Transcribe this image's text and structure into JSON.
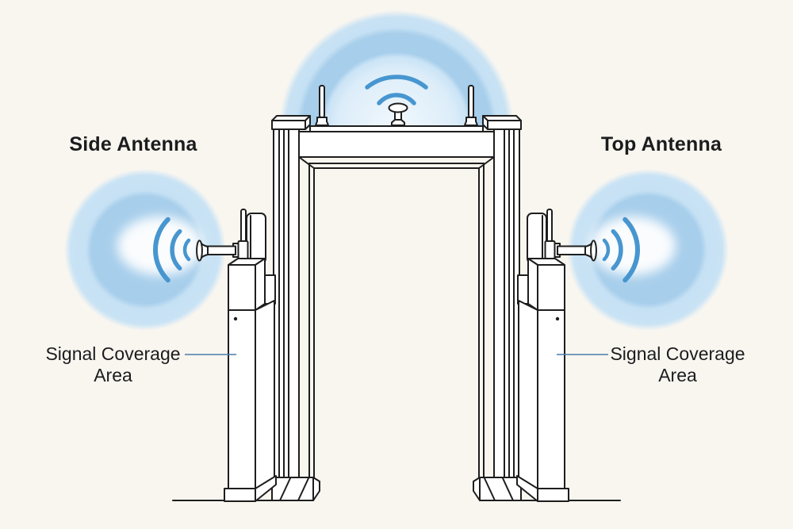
{
  "diagram": {
    "kind": "walk-through-security-gate-antenna-coverage",
    "annotations": {
      "side_antenna_title": "Side Antenna",
      "top_antenna_title": "Top Antenna",
      "left_coverage_line1": "Signal Coverage",
      "left_coverage_line2": "Area",
      "right_coverage_line1": "Signal Coverage",
      "right_coverage_line2": "Area"
    },
    "colors": {
      "background": "#F9F6F0",
      "line_art": "#1E1E1E",
      "wifi_arc_blue": "#4796D0",
      "coverage_ring_inner": "#A7CEEB",
      "coverage_ring_outer": "#C6E1F4",
      "leader_line": "#4A7CA8",
      "label_text": "#1C1C1E"
    },
    "icons": [
      "wifi-signal-arcs-icon",
      "horn-antenna-icon",
      "rod-antenna-icon",
      "mushroom-antenna-icon",
      "coverage-dome-icon",
      "coverage-circle-icon"
    ]
  }
}
